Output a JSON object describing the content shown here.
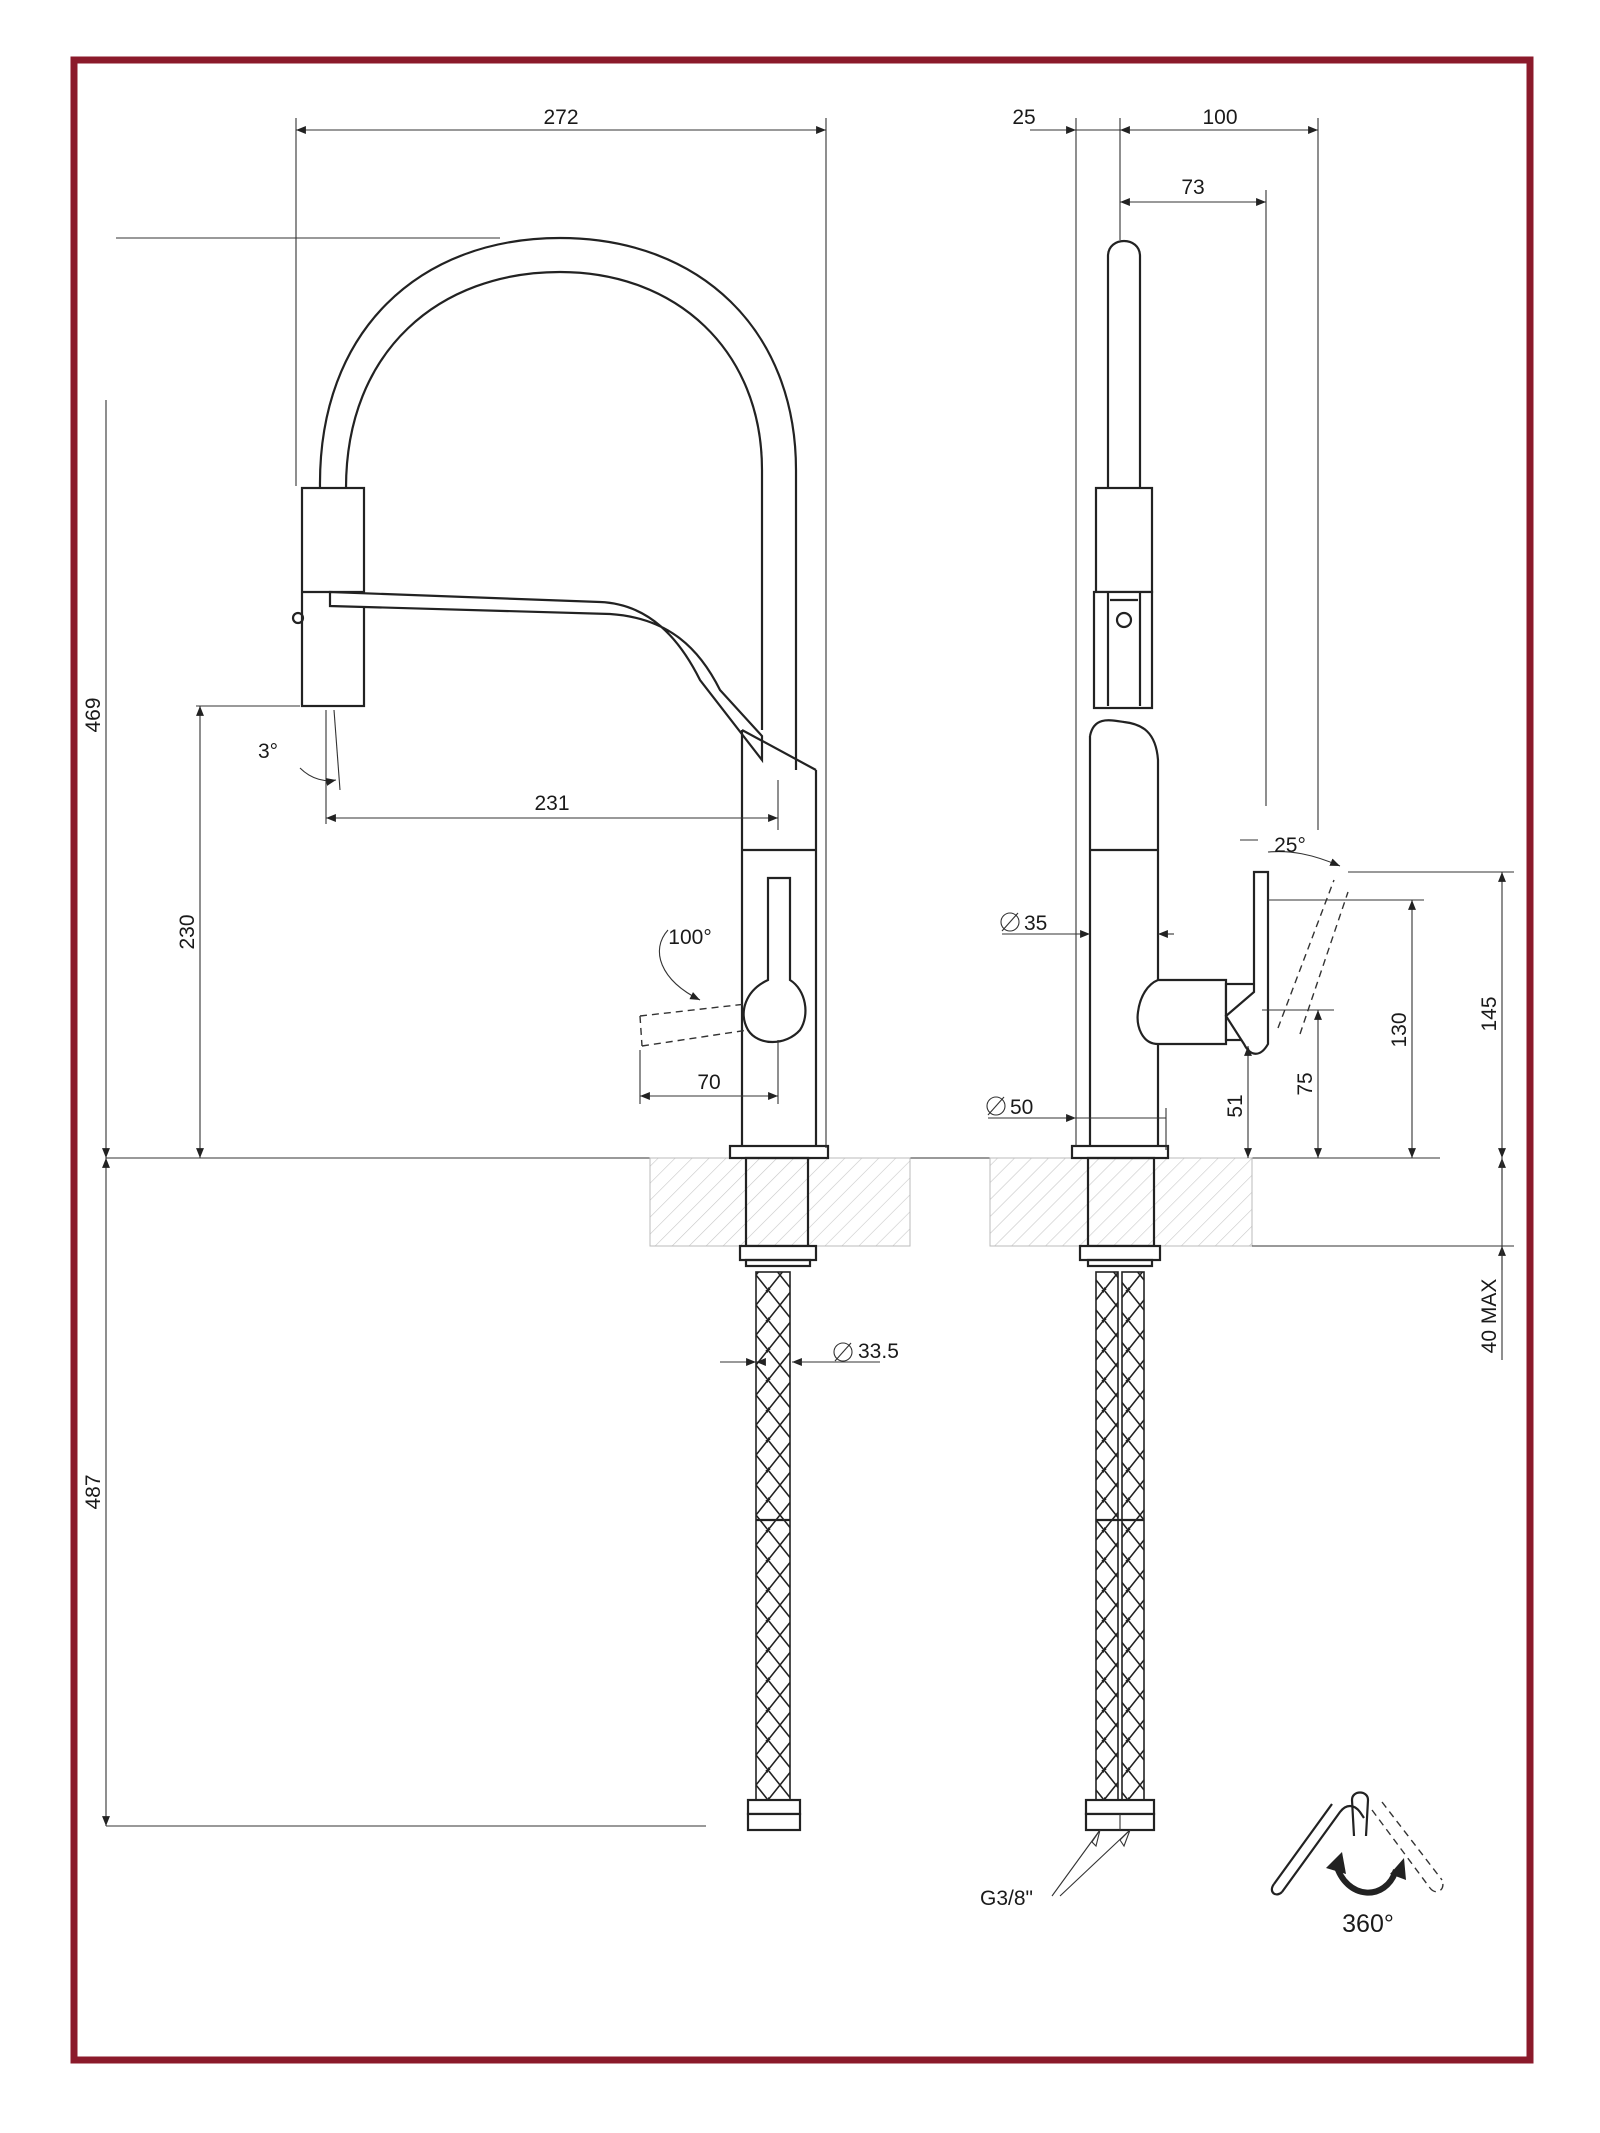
{
  "front_view": {
    "dim_reach": "272",
    "dim_spout_projection": "231",
    "dim_height_total": "469",
    "dim_outlet_height": "230",
    "dim_lever_projection": "70",
    "dim_below_deck": "487",
    "angle_spout": "3°",
    "angle_lever": "100°",
    "dim_hose_dia": "33.5"
  },
  "side_view": {
    "dim_offset_left": "25",
    "dim_offset_right": "100",
    "dim_spout_offset": "73",
    "angle_lever": "25°",
    "dim_body_dia": "35",
    "dim_base_dia": "50",
    "dim_handle_base": "51",
    "dim_handle_axis": "75",
    "dim_handle_top": "130",
    "dim_lever_top": "145",
    "dim_deck_thickness": "40 MAX",
    "connection_label": "G3/8\""
  },
  "rotation": {
    "label": "360°"
  },
  "colors": {
    "frame": "#8b1a2b",
    "line": "#222222"
  }
}
